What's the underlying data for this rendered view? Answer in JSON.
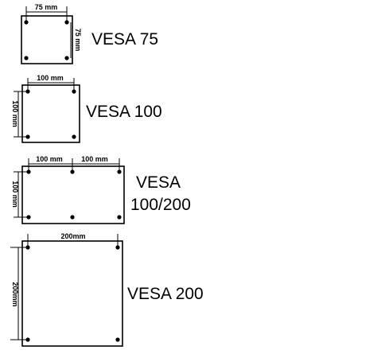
{
  "vesa75": {
    "label": "VESA 75",
    "dim_horizontal": "75 mm",
    "dim_vertical": "75 mm"
  },
  "vesa100": {
    "label": "VESA 100",
    "dim_horizontal": "100 mm",
    "dim_vertical": "100 mm"
  },
  "vesa100_200": {
    "label_line1": "VESA",
    "label_line2": "100/200",
    "dim_horizontal_left": "100 mm",
    "dim_horizontal_right": "100 mm",
    "dim_vertical": "100 mm"
  },
  "vesa200": {
    "label": "VESA 200",
    "dim_horizontal": "200mm",
    "dim_vertical": "200mm"
  }
}
